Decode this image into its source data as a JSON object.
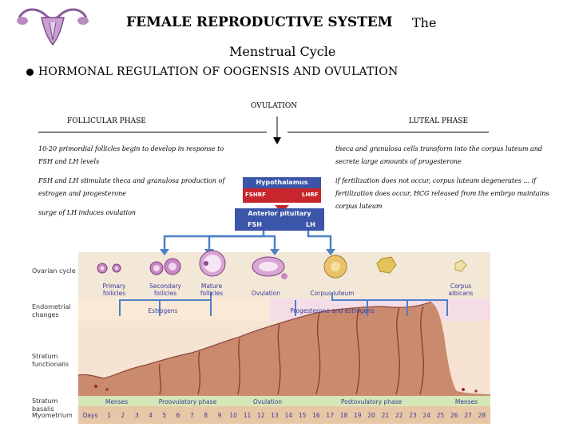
{
  "title": {
    "bold": "FEMALE REPRODUCTIVE SYSTEM",
    "rest_line1": "The",
    "rest_line2": "Menstrual Cycle"
  },
  "subtitle": "HORMONAL REGULATION OF OOGENSIS AND OVULATION",
  "phases": {
    "ovulation": "OVULATION",
    "follicular": "FOLLICULAR PHASE",
    "luteal": "LUTEAL PHASE"
  },
  "notes_left": [
    "10-20 primordial follicles begin to develop in response to FSH and LH levels",
    "FSH and LH stimulate theca and granulosa production of estrogen and progesterone",
    "surge of LH induces ovulation"
  ],
  "notes_right": [
    "theca and granulosa cells transform into the corpus luteum and secrete large amounts of progesterone",
    "if fertilization does not occur, corpus luteum degenerates ... if fertilization does occur, HCG released from the embryo maintains corpus luteum"
  ],
  "hormones": {
    "hypothalamus": "Hypothalamus",
    "fshrf": "FSHRF",
    "lhrf": "LHRF",
    "pituitary": "Anterior pituitary",
    "fsh": "FSH",
    "lh": "LH"
  },
  "row_labels": {
    "ovarian": "Ovarian cycle",
    "endometrial": "Endometrial changes",
    "functionalis": "Stratum functionalis",
    "basalis": "Stratum basalis",
    "myometrium": "Myometrium"
  },
  "stages": [
    "Primary follicles",
    "Secondary follicles",
    "Mature follicles",
    "Ovulation",
    "Corpus luteum",
    "Corpus albicans"
  ],
  "endo": {
    "estrogens": "Estrogens",
    "prog_estrogen": "Progesterone and estrogens"
  },
  "basal_phases": [
    "Menses",
    "Proovulatory phase",
    "Ovulation",
    "Postovulatory phase",
    "Menses"
  ],
  "days_label": "Days",
  "days": [
    "1",
    "2",
    "3",
    "4",
    "5",
    "6",
    "7",
    "8",
    "9",
    "10",
    "11",
    "12",
    "13",
    "14",
    "15",
    "16",
    "17",
    "18",
    "19",
    "20",
    "21",
    "22",
    "23",
    "24",
    "25",
    "26",
    "27",
    "28"
  ],
  "colors": {
    "hormone_blue": "#3b55a8",
    "releasing_red": "#c8262c",
    "ovary_bg": "#f3e7d8",
    "endo_bg": "#fbe9d8",
    "tissue": "#c98a6e",
    "basal_green": "#d7e6b6",
    "arrow": "#4f7fc6"
  }
}
